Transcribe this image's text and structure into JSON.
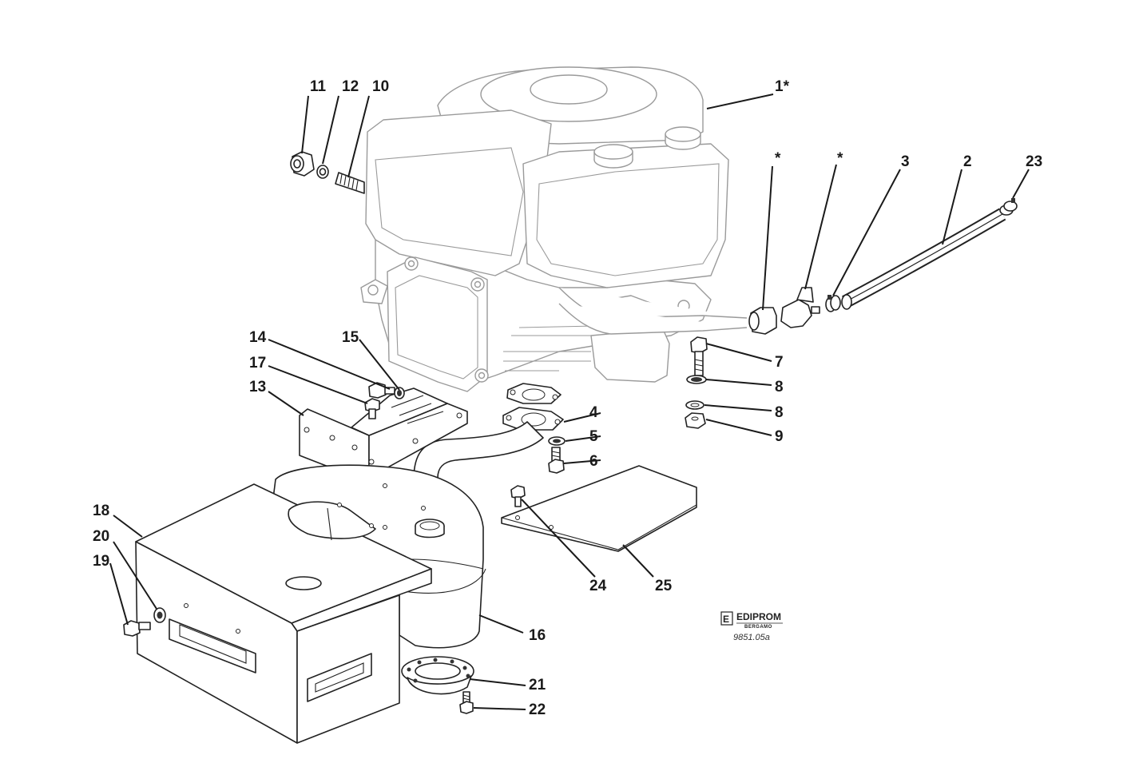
{
  "labels": {
    "l1": "1*",
    "l2": "2",
    "l3": "3",
    "l4": "4",
    "l5": "5",
    "l6": "6",
    "l7": "7",
    "l8a": "8",
    "l8b": "8",
    "l9": "9",
    "l10": "10",
    "l11": "11",
    "l12": "12",
    "l13": "13",
    "l14": "14",
    "l15": "15",
    "l16": "16",
    "l17": "17",
    "l18": "18",
    "l19": "19",
    "l20": "20",
    "l21": "21",
    "l22": "22",
    "l23": "23",
    "l24": "24",
    "l25": "25",
    "star_a": "*",
    "star_b": "*"
  },
  "logo": {
    "name": "EDIPROM",
    "city": "BERGAMO",
    "mark": "E"
  },
  "drawing_number": "9851.05a",
  "colors": {
    "ink": "#1a1a1a",
    "ghost": "#9a9a9a",
    "background": "#ffffff"
  }
}
